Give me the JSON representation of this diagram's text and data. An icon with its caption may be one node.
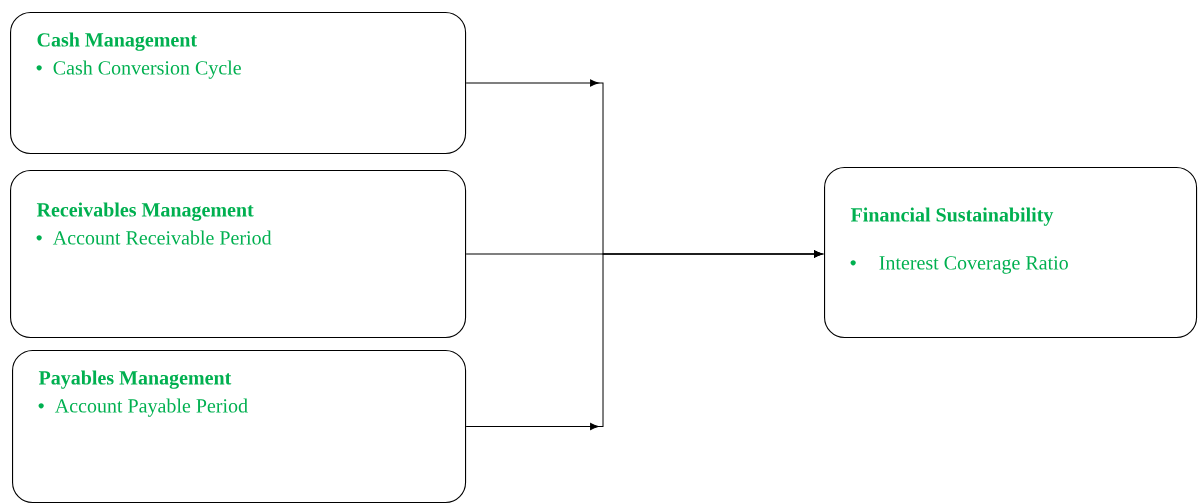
{
  "diagram": {
    "nodes": [
      {
        "text": [
          "Cash Management",
          "Cash Conversion Cycle"
        ]
      },
      {
        "text": [
          "Receivables Management",
          "Account Receivable Period"
        ]
      },
      {
        "text": [
          "Payables Management",
          "Account Payable Period"
        ]
      },
      {
        "text": [
          "Financial Sustainability",
          "Interest Coverage Ratio"
        ]
      }
    ],
    "edges": [
      {
        "from": 0,
        "to": 3,
        "arrow": "to"
      },
      {
        "from": 1,
        "to": 3,
        "arrow": "to"
      },
      {
        "from": 2,
        "to": 3,
        "arrow": "to"
      }
    ]
  }
}
